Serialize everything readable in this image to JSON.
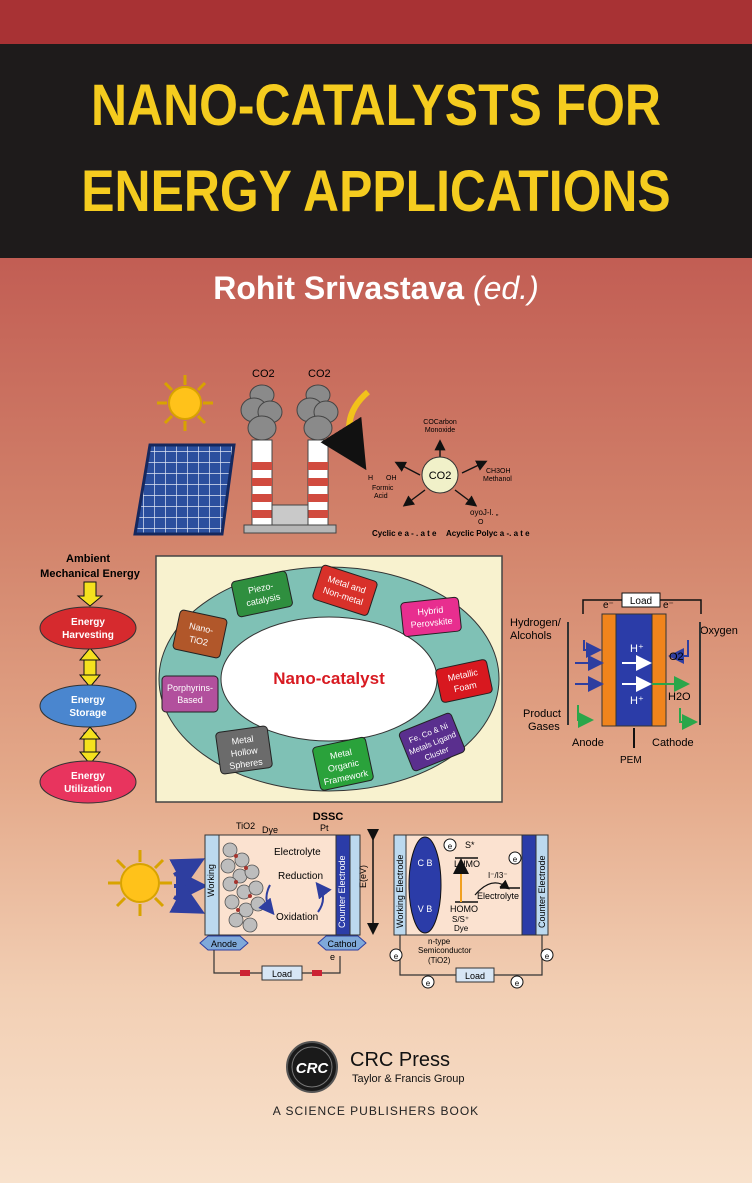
{
  "cover": {
    "title_line1": "NANO-CATALYSTS FOR",
    "title_line2": "ENERGY APPLICATIONS",
    "author": "Rohit Srivastava",
    "author_suffix": "(ed.)"
  },
  "co2_panel": {
    "stack_label_1": "CO2",
    "stack_label_2": "CO2",
    "center": "CO2",
    "products": [
      "COCarbon",
      "Monoxide",
      "H",
      "OH",
      "Formic",
      "Acid",
      "CH3OH",
      "Methanol",
      "Cyclic e a - . a t e",
      "oyoJ-l. „",
      "O",
      "Acyclic Polyc a -. a t e"
    ]
  },
  "mechanical": {
    "heading1": "Ambient",
    "heading2": "Mechanical Energy",
    "steps": [
      {
        "line1": "Energy",
        "line2": "Harvesting"
      },
      {
        "line1": "Energy",
        "line2": "Storage"
      },
      {
        "line1": "Energy",
        "line2": "Utilization"
      }
    ]
  },
  "ring": {
    "center": "Nano-catalyst",
    "labels": {
      "piezo": [
        "Piezo-",
        "catalysis"
      ],
      "metal_nonmetal": [
        "Metal and",
        "Non-metal"
      ],
      "hybrid": [
        "Hybrid",
        "Perovskite"
      ],
      "nano_tio2": [
        "Nano-",
        "TiO2"
      ],
      "metallic_foam": [
        "Metallic",
        "Foam"
      ],
      "porphyrins": [
        "Porphyrins-",
        "Based"
      ],
      "fe_co_ni": [
        "Fe, Co & Ni",
        "Metals Ligand",
        "Cluster"
      ],
      "hollow": [
        "Metal",
        "Hollow",
        "Spheres"
      ],
      "mof": [
        "Metal",
        "Organic",
        "Framework"
      ]
    }
  },
  "fuel_cell": {
    "electron_left": "e⁻",
    "load": "Load",
    "electron_right": "e⁻",
    "hydrogen": [
      "Hydrogen/",
      "Alcohols"
    ],
    "oxygen": "Oxygen",
    "proton": "H⁺",
    "o2": "O2",
    "h2o": "H2O",
    "product_gases": [
      "Product",
      "Gases"
    ],
    "anode": "Anode",
    "cathode": "Cathode",
    "pem": "PEM"
  },
  "dssc": {
    "title": "DSSC",
    "tio2": "TiO2",
    "dye": "Dye",
    "pt": "Pt",
    "electrolyte": "Electrolyte",
    "reduction": "Reduction",
    "oxidation": "Oxidation",
    "working": "Working",
    "counter_electrode": "Counter Electrode",
    "anode": "Anode",
    "cathode": "Cathod",
    "e": "e",
    "load": "Load",
    "energy_axis": "E(eV)",
    "working_electrode": "Working Electrode",
    "s_star": "S*",
    "lumo": "LUMO",
    "homo": "HOMO",
    "s_ss": "S/S⁺",
    "dye2": "Dye",
    "i_i3": "I⁻/I3⁻",
    "electrolyte2": "Electrolyte",
    "cb": "C B",
    "vb": "V B",
    "semiconductor": [
      "n-type",
      "Semiconductor",
      "(TiO2)"
    ],
    "load2": "Load",
    "e_circle": "e"
  },
  "publisher": {
    "logo": "CRC",
    "name": "CRC Press",
    "group": "Taylor & Francis Group",
    "series": "A SCIENCE PUBLISHERS BOOK"
  },
  "colors": {
    "title_yellow": "#f5cc1f",
    "title_band": "#1e1b1b",
    "top_stripe": "#a83234",
    "ring_teal": "#7fc1b5",
    "panel_cream": "#f8f2cf",
    "center_red": "#d81a21"
  }
}
